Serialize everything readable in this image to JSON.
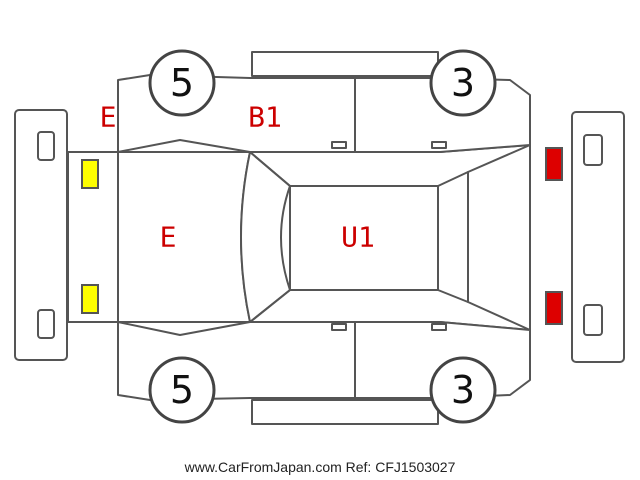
{
  "tires": {
    "front_left": "5",
    "front_right": "3",
    "rear_left": "5",
    "rear_right": "3"
  },
  "damage_marks": {
    "front_left_fender": "E",
    "left_door": "B1",
    "hood": "E",
    "roof": "U1"
  },
  "footer": {
    "text": "www.CarFromJapan.com Ref: CFJ1503027"
  },
  "colors": {
    "outline": "#555555",
    "damage_text": "#cc0000",
    "headlight": "#ffff00",
    "taillight": "#dd0000"
  }
}
